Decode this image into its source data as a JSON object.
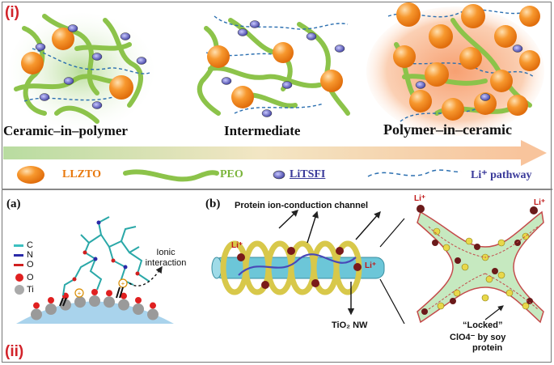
{
  "part_i": {
    "label": "(i)",
    "captions": [
      "Ceramic–in–polymer",
      "Intermediate",
      "Polymer–in–ceramic"
    ],
    "legend": {
      "llzto": "LLZTO",
      "peo": "PEO",
      "litfsi": "LiTSFI",
      "pathway": "Li⁺ pathway"
    }
  },
  "part_ii": {
    "label": "(ii)",
    "panel_a": {
      "label": "(a)",
      "atoms_top": [
        {
          "sym": "C",
          "color": "#3cc0c0"
        },
        {
          "sym": "N",
          "color": "#2a2aa8"
        },
        {
          "sym": "O",
          "color": "#d02020"
        }
      ],
      "atoms_bottom": [
        {
          "sym": "O",
          "color": "#d02020"
        },
        {
          "sym": "Ti",
          "color": "#9a9a9a"
        }
      ],
      "annotation": "Ionic interaction"
    },
    "panel_b": {
      "label": "(b)",
      "title": "Protein ion-conduction channel",
      "li_label": "Li⁺",
      "nanowire": "TiO₂ NW",
      "locked_1": "“Locked”",
      "locked_2": "ClO4⁻ by soy",
      "locked_3": "protein"
    }
  },
  "colors": {
    "llzto": "#f58a1f",
    "peo": "#8cc34a",
    "litfsi": "#5050b0",
    "accent_red": "#d2232a"
  }
}
